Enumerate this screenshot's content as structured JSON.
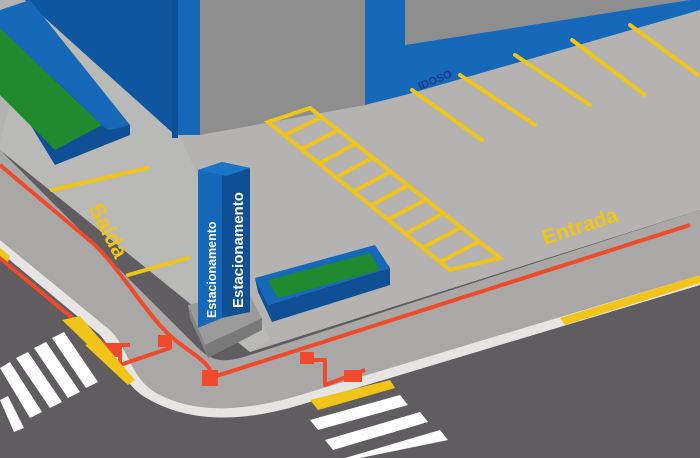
{
  "labels": {
    "saida": "Saída",
    "entrada": "Entrada",
    "idoso": "IDOSO",
    "totem_front": "Estacionamento",
    "totem_side": "Estacionamento"
  },
  "colors": {
    "asphalt": "#5f5d60",
    "lot": "#b4b3b2",
    "sidewalk": "#a9a8a7",
    "curb": "#d9d8d7",
    "building": "#1668b8",
    "building_dark": "#0e4f95",
    "building_wall": "#8f8e8f",
    "planter": "#1668b8",
    "grass": "#1f8a2e",
    "marking": "#f0c419",
    "tactile_route": "#ef4a2c",
    "crosswalk": "#ffffff"
  }
}
